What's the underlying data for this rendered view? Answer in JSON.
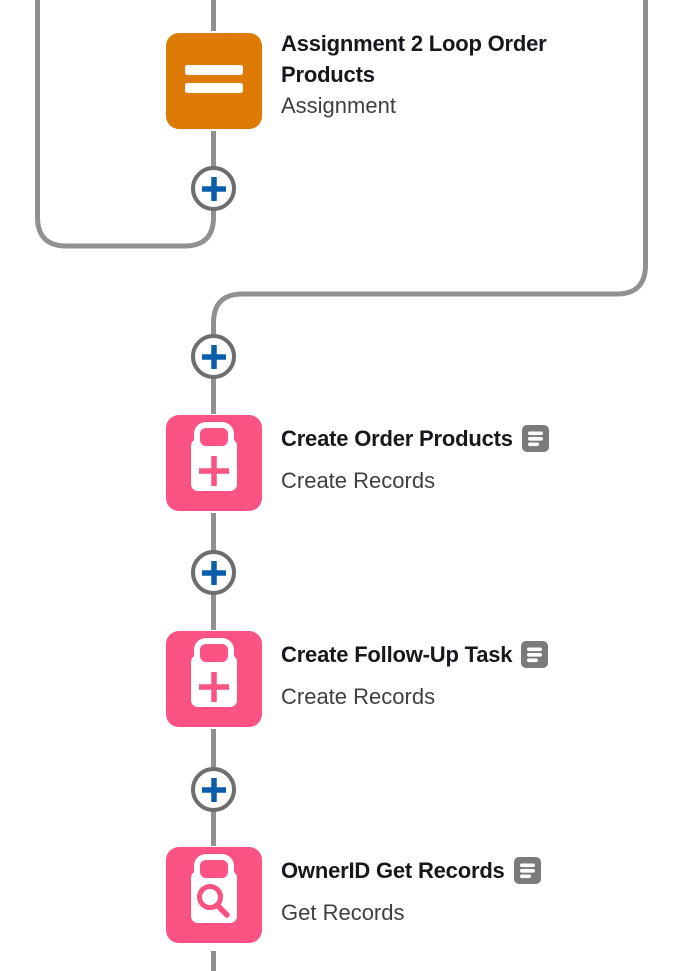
{
  "flow": {
    "nodes": [
      {
        "title": "Assignment 2 Loop Order Products",
        "type_label": "Assignment",
        "icon": "equals-icon",
        "tile_color": "#DC7A04",
        "has_description_indicator": false
      },
      {
        "title": "Create Order Products",
        "type_label": "Create Records",
        "icon": "clipboard-plus-icon",
        "tile_color": "#FB5284",
        "has_description_indicator": true
      },
      {
        "title": "Create Follow-Up Task",
        "type_label": "Create Records",
        "icon": "clipboard-plus-icon",
        "tile_color": "#FB5284",
        "has_description_indicator": true
      },
      {
        "title": "OwnerID Get Records",
        "type_label": "Get Records",
        "icon": "clipboard-search-icon",
        "tile_color": "#FB5284",
        "has_description_indicator": true
      }
    ],
    "add_connector_buttons": {
      "count": 4,
      "icon": "plus-icon",
      "plus_color": "#0B5CAB",
      "ring_color": "#6e6e6e"
    },
    "description_indicator": {
      "icon": "description-icon",
      "color": "#7a7a7a"
    },
    "connector_color": "#919191",
    "text_colors": {
      "title": "#16181d",
      "subtitle": "#3f3f3f"
    }
  }
}
